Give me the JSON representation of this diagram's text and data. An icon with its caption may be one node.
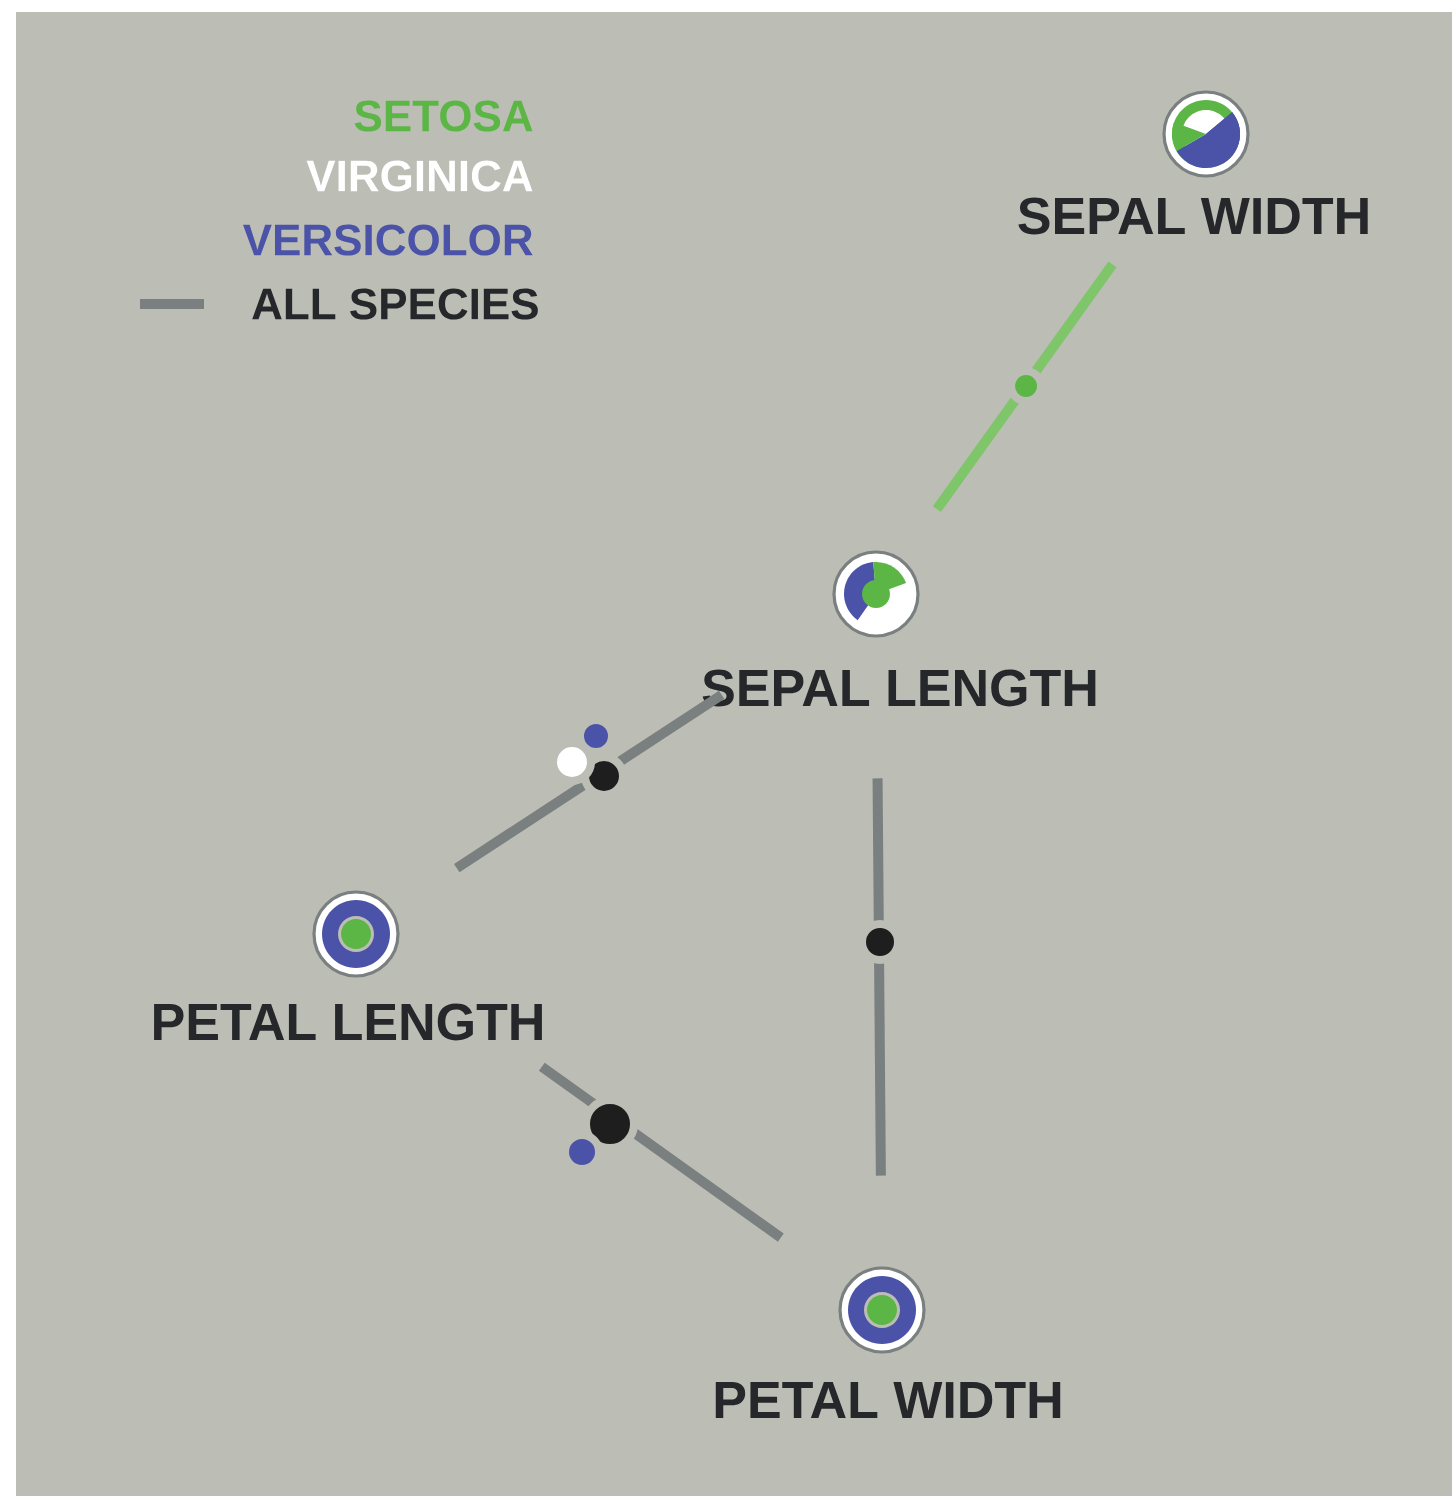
{
  "diagram": {
    "nodes": [
      {
        "text": [
          "SEPAL WIDTH"
        ]
      },
      {
        "text": [
          "SEPAL LENGTH"
        ]
      },
      {
        "text": [
          "PETAL LENGTH"
        ]
      },
      {
        "text": [
          "PETAL WIDTH"
        ]
      }
    ],
    "edges": [
      {
        "from": 0,
        "to": 1,
        "arrow": "none",
        "color": "#7fc56a"
      },
      {
        "from": 1,
        "to": 2,
        "arrow": "none"
      },
      {
        "from": 1,
        "to": 3,
        "arrow": "none"
      },
      {
        "from": 2,
        "to": 3,
        "arrow": "none"
      }
    ],
    "legend": [
      {
        "text": "SETOSA",
        "color": "#5cb646"
      },
      {
        "text": "VIRGINICA",
        "color": "#ffffff"
      },
      {
        "text": "VERSICOLOR",
        "color": "#4b53a8"
      },
      {
        "text": "ALL SPECIES"
      }
    ]
  }
}
